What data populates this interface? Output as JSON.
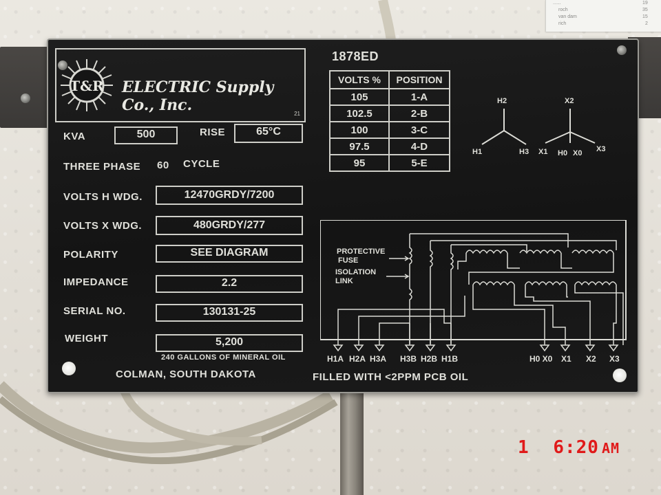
{
  "nameplate": {
    "company": "ELECTRIC Supply Co., Inc.",
    "logo_letters": "T&R",
    "logo_number": "21",
    "model": "1878ED",
    "kva_label": "KVA",
    "kva": "500",
    "rise_label": "RISE",
    "rise": "65°C",
    "phase_label": "THREE PHASE",
    "cycle_value": "60",
    "cycle_label": "CYCLE",
    "volts_h_label": "VOLTS H WDG.",
    "volts_h": "12470GRDY/7200",
    "volts_x_label": "VOLTS X WDG.",
    "volts_x": "480GRDY/277",
    "polarity_label": "POLARITY",
    "polarity": "SEE DIAGRAM",
    "impedance_label": "IMPEDANCE",
    "impedance": "2.2",
    "serial_label": "SERIAL NO.",
    "serial": "130131-25",
    "weight_label": "WEIGHT",
    "weight": "5,200",
    "oil_note": "240 GALLONS OF MINERAL OIL",
    "location": "COLMAN, SOUTH DAKOTA",
    "pcb_note": "FILLED WITH <2PPM PCB OIL"
  },
  "tap_table": {
    "headers": [
      "VOLTS %",
      "POSITION"
    ],
    "rows": [
      [
        "105",
        "1-A"
      ],
      [
        "102.5",
        "2-B"
      ],
      [
        "100",
        "3-C"
      ],
      [
        "97.5",
        "4-D"
      ],
      [
        "95",
        "5-E"
      ]
    ]
  },
  "vector_diagram": {
    "h_labels": [
      "H2",
      "H1",
      "H3"
    ],
    "x_labels": [
      "X2",
      "X1",
      "H0",
      "X0",
      "X3"
    ]
  },
  "schematic": {
    "fuse_label_1": "PROTECTIVE",
    "fuse_label_2": "FUSE",
    "link_label_1": "ISOLATION",
    "link_label_2": "LINK",
    "terminals": [
      "H1A",
      "H2A",
      "H3A",
      "H3B",
      "H2B",
      "H1B",
      "H0 X0",
      "X1",
      "X2",
      "X3"
    ]
  },
  "photo_note": {
    "lines": [
      "......",
      "roch",
      "van dam",
      "rich"
    ],
    "numbers": [
      "19",
      "35",
      "15",
      "2"
    ]
  },
  "timestamp": {
    "day": "1",
    "time": "6:20",
    "ampm": "AM"
  },
  "colors": {
    "plate": "#161616",
    "etching": "#e0e0da",
    "timestamp": "#e01a1a"
  }
}
